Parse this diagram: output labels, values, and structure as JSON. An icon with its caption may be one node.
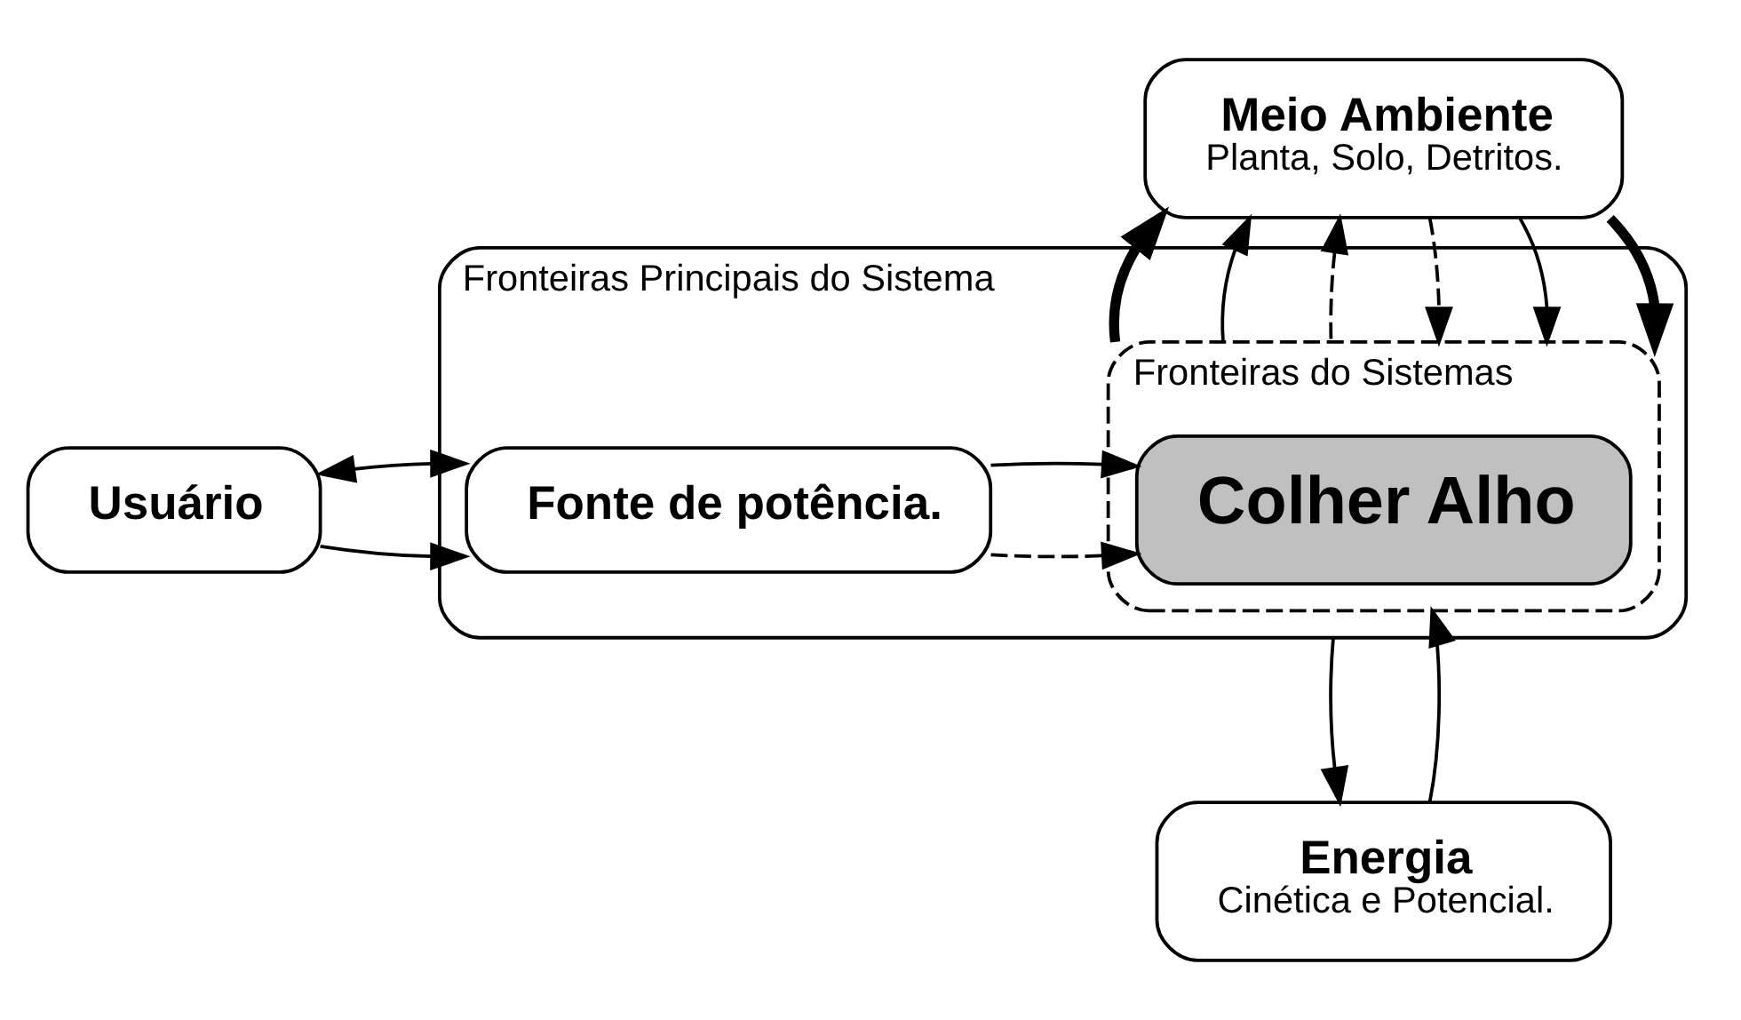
{
  "diagram": {
    "nodes": [
      {
        "text": [
          "Meio Ambiente",
          "Planta, Solo, Detritos."
        ]
      },
      {
        "text": [
          "Fronteiras Principais do Sistema"
        ]
      },
      {
        "text": [
          "Fronteiras do Sistemas"
        ],
        "in": 1
      },
      {
        "text": [
          "Usuário"
        ]
      },
      {
        "text": [
          "Fonte de potência."
        ],
        "in": 1
      },
      {
        "text": [
          "Colher Alho"
        ],
        "in": 2
      },
      {
        "text": [
          "Energia",
          "Cinética e Potencial."
        ]
      }
    ],
    "edges": [
      {
        "from": 2,
        "to": 0,
        "arrow": "to",
        "style": "thick"
      },
      {
        "from": 2,
        "to": 0,
        "arrow": "to"
      },
      {
        "from": 2,
        "to": 0,
        "arrow": "to",
        "style": "dashed"
      },
      {
        "from": 0,
        "to": 2,
        "arrow": "to",
        "style": "dashed"
      },
      {
        "from": 0,
        "to": 2,
        "arrow": "to"
      },
      {
        "from": 0,
        "to": 2,
        "arrow": "to",
        "style": "thick"
      },
      {
        "from": 3,
        "to": 4,
        "arrow": "to"
      },
      {
        "from": 3,
        "to": 4,
        "arrow": "both"
      },
      {
        "from": 4,
        "to": 5,
        "arrow": "to",
        "style": "dashed"
      },
      {
        "from": 4,
        "to": 5,
        "arrow": "to"
      },
      {
        "from": 1,
        "to": 6,
        "arrow": "to"
      },
      {
        "from": 6,
        "to": 2,
        "arrow": "to"
      }
    ]
  }
}
